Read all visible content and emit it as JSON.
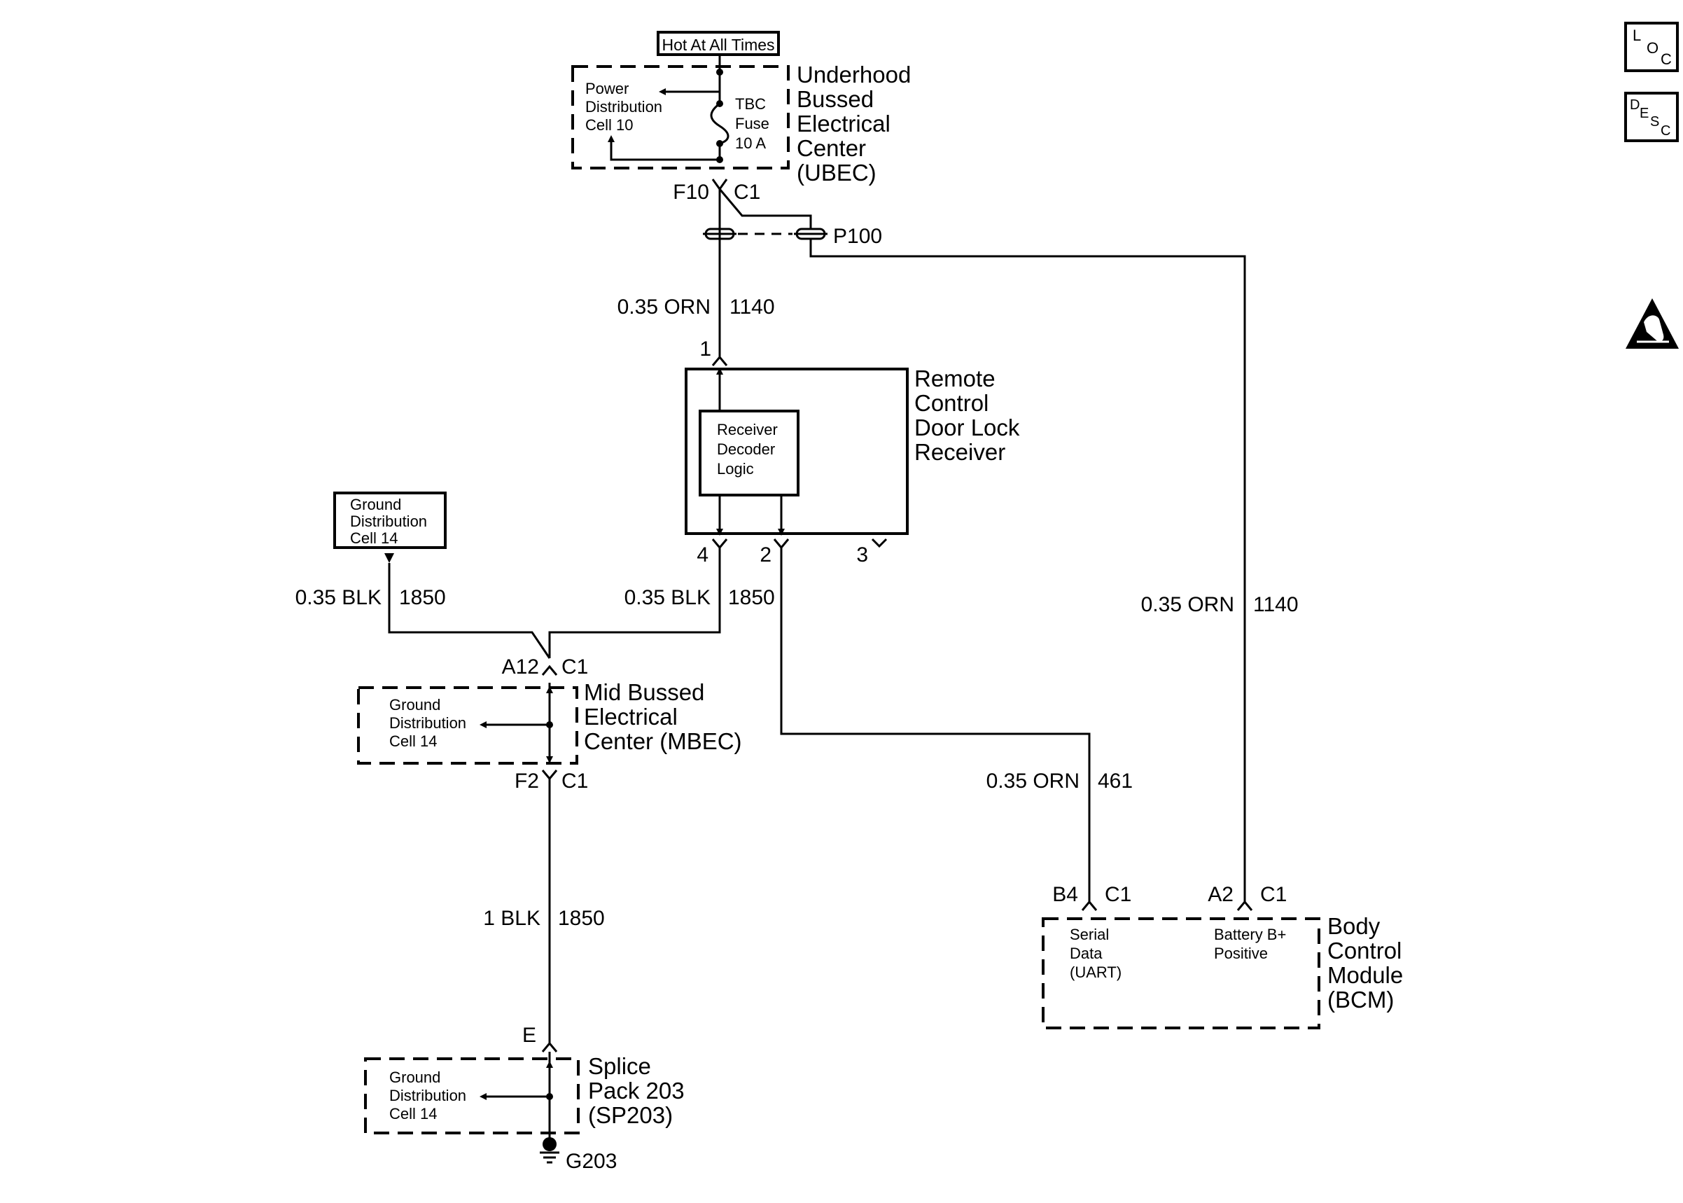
{
  "power_source": {
    "label": "Hot At All Times"
  },
  "ubec": {
    "name_lines": [
      "Underhood",
      "Bussed",
      "Electrical",
      "Center",
      "(UBEC)"
    ],
    "power_ref_lines": [
      "Power",
      "Distribution",
      "Cell 10"
    ],
    "fuse_lines": [
      "TBC",
      "Fuse",
      "10 A"
    ],
    "terminal": "F10",
    "connector": "C1"
  },
  "inline_connector": {
    "label": "P100"
  },
  "wires": {
    "orn_1140_top": {
      "gauge_color": "0.35 ORN",
      "circuit": "1140"
    },
    "orn_1140_right": {
      "gauge_color": "0.35 ORN",
      "circuit": "1140"
    },
    "blk_1850_left": {
      "gauge_color": "0.35 BLK",
      "circuit": "1850"
    },
    "blk_1850_mid": {
      "gauge_color": "0.35 BLK",
      "circuit": "1850"
    },
    "orn_461": {
      "gauge_color": "0.35 ORN",
      "circuit": "461"
    },
    "blk_1850_bottom": {
      "gauge_color": "1 BLK",
      "circuit": "1850"
    }
  },
  "receiver": {
    "name_lines": [
      "Remote",
      "Control",
      "Door Lock",
      "Receiver"
    ],
    "logic_lines": [
      "Receiver",
      "Decoder",
      "Logic"
    ],
    "pin_top": "1",
    "pin_ground": "4",
    "pin_data": "2",
    "pin_unused": "3"
  },
  "ground_dist_top": {
    "lines": [
      "Ground",
      "Distribution",
      "Cell 14"
    ]
  },
  "mbec": {
    "name_lines": [
      "Mid Bussed",
      "Electrical",
      "Center (MBEC)"
    ],
    "ref_lines": [
      "Ground",
      "Distribution",
      "Cell 14"
    ],
    "top_terminal": "A12",
    "top_connector": "C1",
    "bottom_terminal": "F2",
    "bottom_connector": "C1"
  },
  "splice": {
    "name_lines": [
      "Splice",
      "Pack 203",
      "(SP203)"
    ],
    "ref_lines": [
      "Ground",
      "Distribution",
      "Cell 14"
    ],
    "terminal": "E",
    "ground": "G203"
  },
  "bcm": {
    "name_lines": [
      "Body",
      "Control",
      "Module",
      "(BCM)"
    ],
    "serial_lines": [
      "Serial",
      "Data",
      "(UART)"
    ],
    "battery_lines": [
      "Battery B+",
      "Positive"
    ],
    "serial_terminal": "B4",
    "serial_connector": "C1",
    "battery_terminal": "A2",
    "battery_connector": "C1"
  },
  "side_icons": {
    "loc": {
      "big": "L",
      "mid": "O",
      "small": "C"
    },
    "desc": {
      "d": "D",
      "e": "E",
      "s": "S",
      "c": "C"
    },
    "esd": "esd-warning-icon"
  }
}
